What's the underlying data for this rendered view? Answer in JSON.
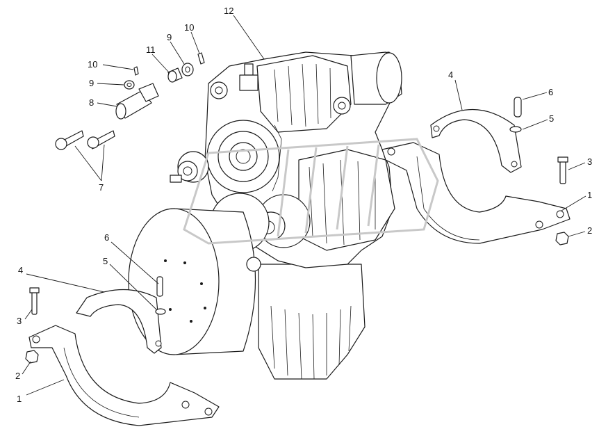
{
  "callouts": {
    "c1_right": "1",
    "c2_right": "2",
    "c3_right": "3",
    "c5_right": "5",
    "c6_right": "6",
    "c4_right": "4",
    "c12": "12",
    "c10_top": "10",
    "c9_top": "9",
    "c11": "11",
    "c10_left": "10",
    "c9_left": "9",
    "c8": "8",
    "c7": "7",
    "c6_left": "6",
    "c5_left": "5",
    "c4_left": "4",
    "c3_left": "3",
    "c2_left": "2",
    "c1_left": "1"
  },
  "colors": {
    "line": "#1a1a1a",
    "background": "#ffffff",
    "watermark": "#c8c8c8"
  }
}
